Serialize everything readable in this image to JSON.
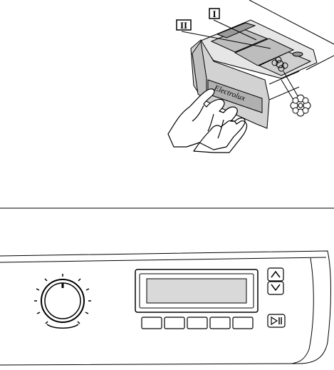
{
  "dispenser": {
    "compartment_labels": [
      "I",
      "II"
    ],
    "brand": "Electrolux",
    "softener_icon": "flower-icon"
  },
  "control_panel": {
    "up_icon": "chevron-up-icon",
    "down_icon": "chevron-down-icon",
    "start_pause_icon": "start-pause-icon",
    "option_buttons_count": 5
  }
}
